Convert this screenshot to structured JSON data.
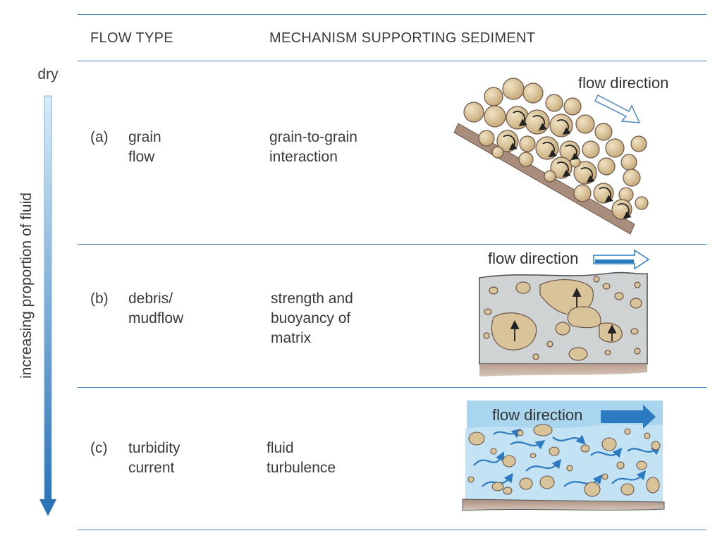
{
  "header": {
    "flow_type": "FLOW TYPE",
    "mechanism": "MECHANISM SUPPORTING SEDIMENT"
  },
  "axis": {
    "top_label": "dry",
    "side_label": "increasing proportion of fluid"
  },
  "rows": [
    {
      "letter": "(a)",
      "flow_type": "grain\nflow",
      "mechanism": "grain-to-grain\ninteraction",
      "figure_label": "flow direction"
    },
    {
      "letter": "(b)",
      "flow_type": "debris/\nmudflow",
      "mechanism": "strength and\nbuoyancy of\nmatrix",
      "figure_label": "flow direction"
    },
    {
      "letter": "(c)",
      "flow_type": "turbidity\ncurrent",
      "mechanism": "fluid\nturbulence",
      "figure_label": "flow direction"
    }
  ],
  "colors": {
    "rule": "#4a88c2",
    "grain": "#d9c49a",
    "ground": "#a88d7d",
    "mud": "#cfd3d3",
    "water": "#a9d6ee",
    "arrow_blue": "#2c7bc0"
  }
}
